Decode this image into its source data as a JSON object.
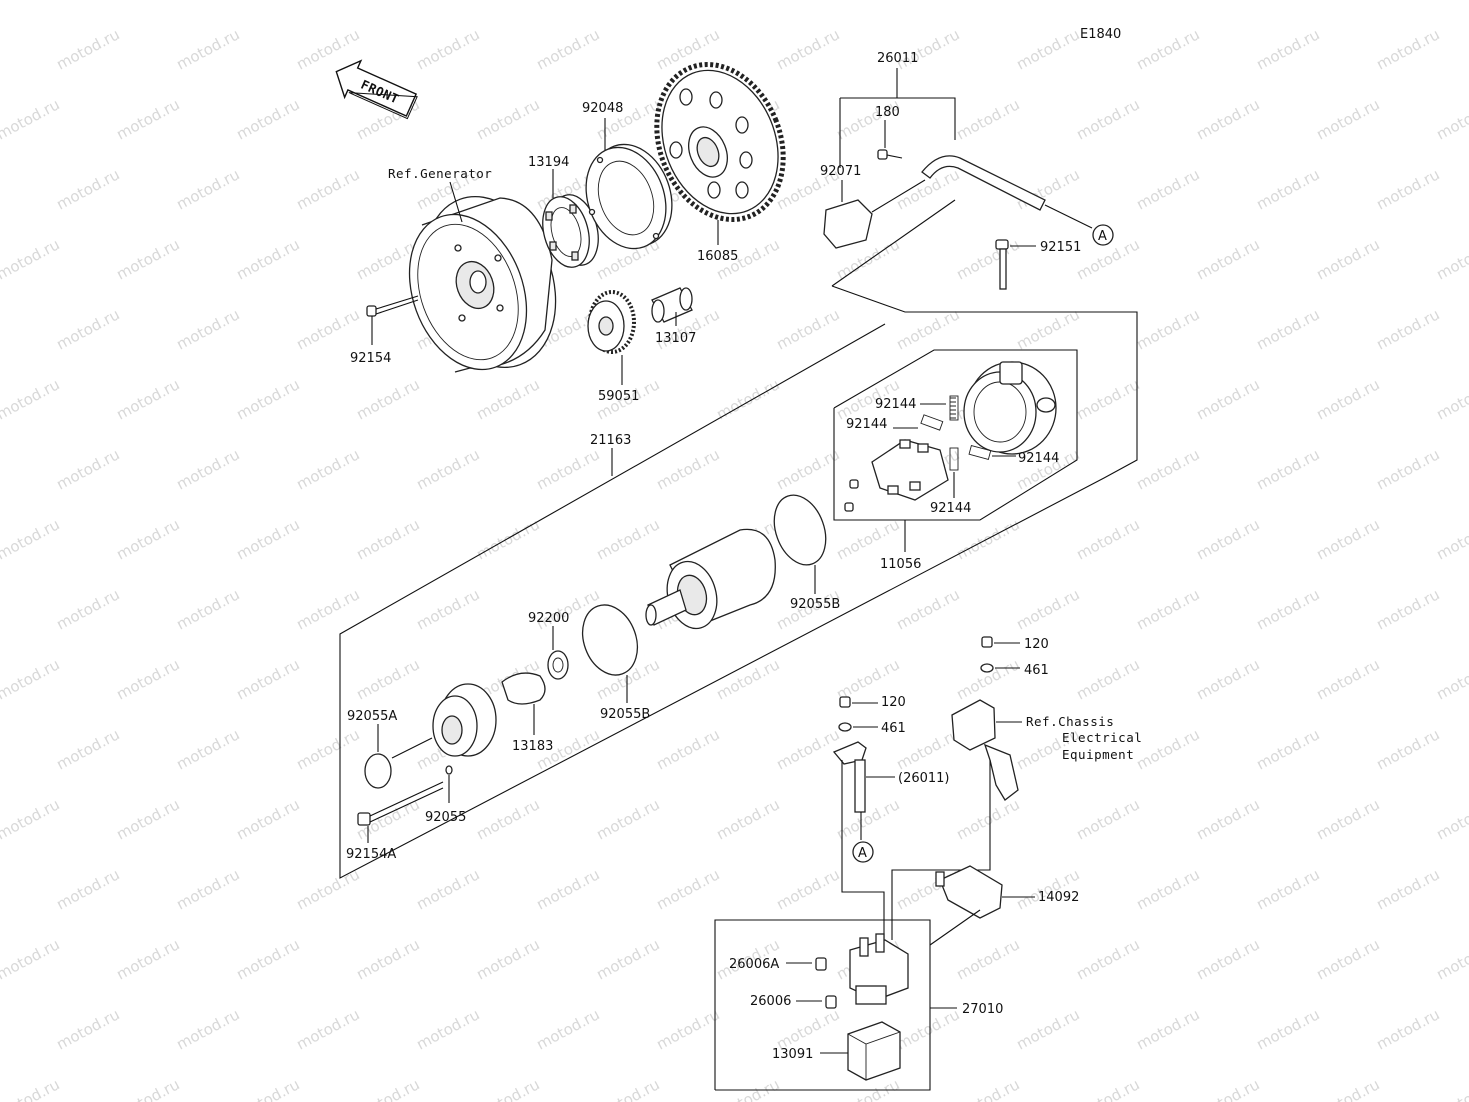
{
  "diagram_code": "E1840",
  "front_label": "FRONT",
  "watermark": "motod.ru",
  "callouts": {
    "c26011": "26011",
    "c180": "180",
    "c92071": "92071",
    "c92048": "92048",
    "c13194": "13194",
    "c16085": "16085",
    "c92151": "92151",
    "c92154": "92154",
    "c13107": "13107",
    "c59051": "59051",
    "c21163": "21163",
    "c92144a": "92144",
    "c92144b": "92144",
    "c92144c": "92144",
    "c92144d": "92144",
    "c11056": "11056",
    "c92055B_1": "92055B",
    "c92200": "92200",
    "c92055B_2": "92055B",
    "c13183": "13183",
    "c92055A": "92055A",
    "c92055": "92055",
    "c92154A": "92154A",
    "c120a": "120",
    "c461a": "461",
    "c120b": "120",
    "c461b": "461",
    "c26011p": "(26011)",
    "c14092": "14092",
    "c26006A": "26006A",
    "c26006": "26006",
    "c27010": "27010",
    "c13091": "13091"
  },
  "refs": {
    "generator": "Ref.Generator",
    "chassis_1": "Ref.Chassis",
    "chassis_2": "Electrical",
    "chassis_3": "Equipment"
  },
  "connector_marks": {
    "a1": "A",
    "a2": "A"
  }
}
